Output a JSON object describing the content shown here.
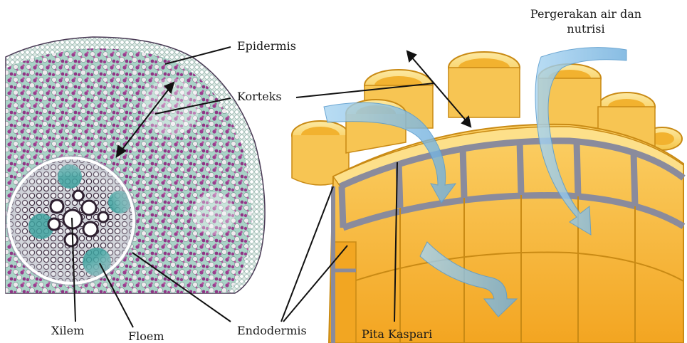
{
  "labels": {
    "epidermis": "Epidermis",
    "korteks": "Korteks",
    "xilem": "Xilem",
    "floem": "Floem",
    "endodermis": "Endodermis",
    "pita_kaspari": "Pita Kaspari",
    "pergerakan_line1": "Pergerakan air dan",
    "pergerakan_line2": "nutrisi"
  },
  "colors": {
    "cortex_bg": "#a7d2c6",
    "cortex_cell": "#9b3a8e",
    "epidermis_edge": "#4a3a55",
    "cell_wall": "#f5c33a",
    "cell_wall_dark": "#c98a14",
    "cell_inside": "#f8b430",
    "casparian_band": "#8a8b9c",
    "water_flow": "#8cc3e8"
  },
  "icons": {
    "root_cross_section": "root-cross-section-illustration",
    "vascular_closeup": "vascular-cylinder-magnifier",
    "endodermis_cells": "endodermis-cell-ring-illustration",
    "water_arrow": "water-flow-arrow"
  }
}
